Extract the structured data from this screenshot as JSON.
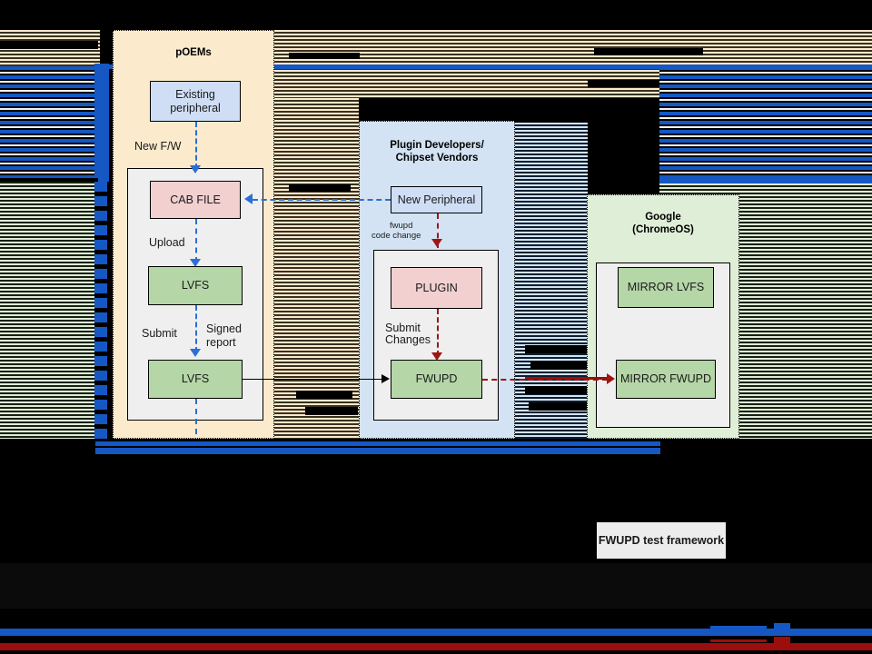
{
  "diagram": {
    "title_visible": false,
    "lanes": [
      {
        "id": "poems",
        "title": "pOEMs",
        "title2": ""
      },
      {
        "id": "plugin",
        "title": "Plugin Developers/",
        "title2": "Chipset Vendors"
      },
      {
        "id": "google",
        "title": "Google",
        "title2": "(ChromeOS)"
      }
    ],
    "nodes": {
      "existing_peripheral": "Existing\nperipheral",
      "existing_peripheral_l1": "Existing",
      "existing_peripheral_l2": "peripheral",
      "cab_file": "CAB FILE",
      "lvfs_upload": "LVFS",
      "lvfs_submit": "LVFS",
      "new_peripheral": "New Peripheral",
      "plugin": "PLUGIN",
      "fwupd": "FWUPD",
      "mirror_lvfs": "MIRROR LVFS",
      "mirror_fwupd": "MIRROR FWUPD",
      "test_framework": "FWUPD test framework"
    },
    "edge_labels": {
      "new_fw": "New F/W",
      "upload": "Upload",
      "submit": "Submit",
      "signed_report_l1": "Signed",
      "signed_report_l2": "report",
      "fwupd_code_change_l1": "fwupd",
      "fwupd_code_change_l2": "code change",
      "submit_changes_l1": "Submit",
      "submit_changes_l2": "Changes"
    },
    "colors": {
      "lane_poems_fill": "#fbeacc",
      "lane_plugin_fill": "#d3e3f3",
      "lane_google_fill": "#dfeed6",
      "node_blue": "#cfdef5",
      "node_pink": "#f2d0d0",
      "node_green": "#b5d6a7",
      "inner_fill": "#efefef",
      "arrow_blue": "#2a6fd6",
      "arrow_red": "#a01414",
      "arrow_black": "#000000",
      "glitch_blue": "#1558c4",
      "glitch_dark_red": "#9c0d0d",
      "background": "#000000"
    }
  }
}
